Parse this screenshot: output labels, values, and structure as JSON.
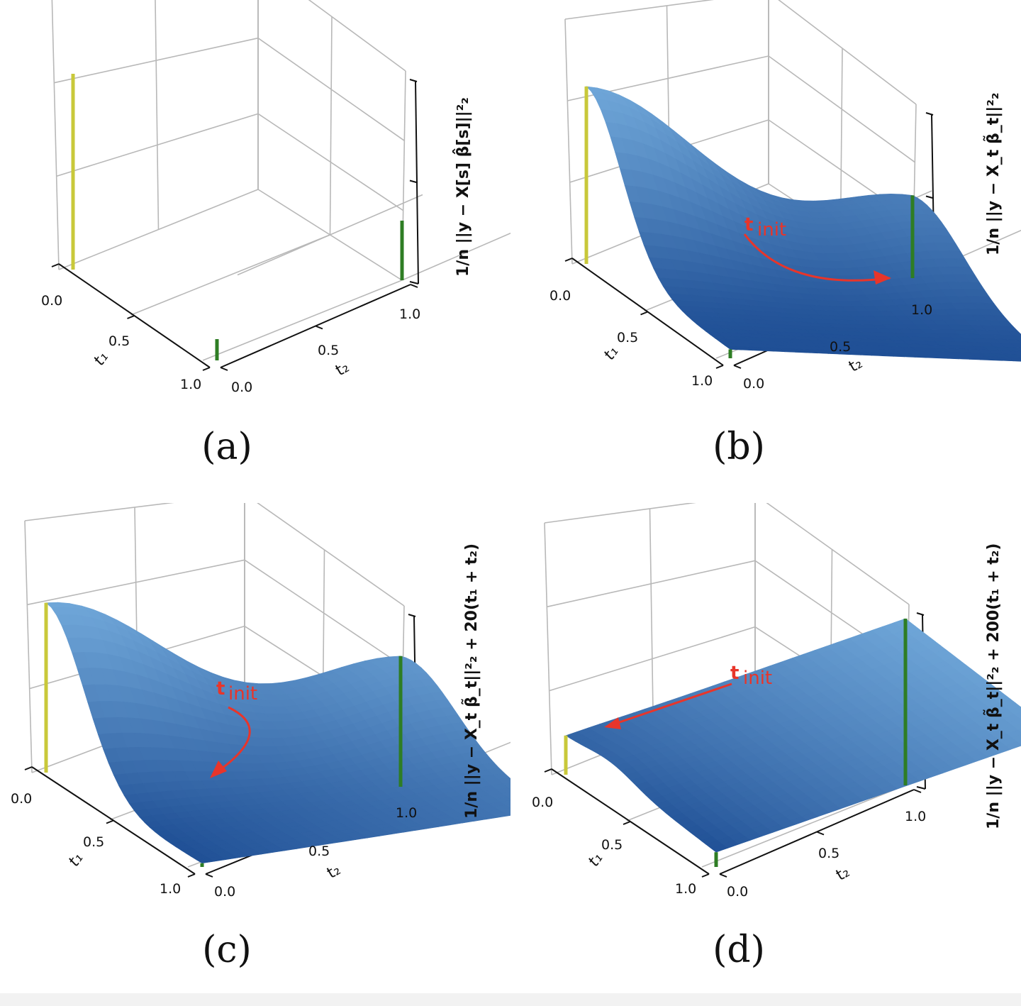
{
  "chart_data": [
    {
      "panel": "a",
      "type": "3d-surface",
      "caption": "(a)",
      "xlabel": "t₁",
      "ylabel": "t₂",
      "zlabel": "1/n ||y − X[s] β̂[s]||²₂",
      "x_ticks": [
        "0.0",
        "0.5",
        "1.0"
      ],
      "y_ticks": [
        "0.0",
        "0.5",
        "1.0"
      ],
      "surface": false,
      "annotation": "",
      "bars": [
        {
          "t1": 0,
          "t2": 0,
          "color": "#c8c83a"
        },
        {
          "t1": 0,
          "t2": 1,
          "color": "#2e7d24"
        },
        {
          "t1": 1,
          "t2": 0,
          "color": "#2e7d24"
        },
        {
          "t1": 1,
          "t2": 1,
          "color": "#4fbfbf"
        }
      ]
    },
    {
      "panel": "b",
      "type": "3d-surface",
      "caption": "(b)",
      "xlabel": "t₁",
      "ylabel": "t₂",
      "zlabel": "1/n ||y − X_t β̃_t||²₂",
      "x_ticks": [
        "0.0",
        "0.5",
        "1.0"
      ],
      "y_ticks": [
        "0.0",
        "0.5",
        "1.0"
      ],
      "surface": true,
      "annotation": "t_init",
      "annotation_label": "init",
      "bars": [
        {
          "t1": 0,
          "t2": 0,
          "color": "#c8c83a"
        },
        {
          "t1": 0,
          "t2": 1,
          "color": "#2e7d24"
        },
        {
          "t1": 1,
          "t2": 0,
          "color": "#2e7d24"
        },
        {
          "t1": 1,
          "t2": 1,
          "color": "#4fbfbf"
        }
      ]
    },
    {
      "panel": "c",
      "type": "3d-surface",
      "caption": "(c)",
      "xlabel": "t₁",
      "ylabel": "t₂",
      "zlabel": "1/n ||y − X_t β̃_t||²₂ + 20(t₁ + t₂)",
      "x_ticks": [
        "0.0",
        "0.5",
        "1.0"
      ],
      "y_ticks": [
        "0.0",
        "0.5",
        "1.0"
      ],
      "surface": true,
      "annotation": "t_init",
      "annotation_label": "init",
      "bars": [
        {
          "t1": 0,
          "t2": 0,
          "color": "#c8c83a"
        },
        {
          "t1": 0,
          "t2": 1,
          "color": "#2e7d24"
        },
        {
          "t1": 1,
          "t2": 0,
          "color": "#2e7d24"
        },
        {
          "t1": 1,
          "t2": 1,
          "color": "#4fbfbf"
        }
      ]
    },
    {
      "panel": "d",
      "type": "3d-surface",
      "caption": "(d)",
      "xlabel": "t₁",
      "ylabel": "t₂",
      "zlabel": "1/n ||y − X_t β̃_t||²₂ + 200(t₁ + t₂)",
      "x_ticks": [
        "0.0",
        "0.5",
        "1.0"
      ],
      "y_ticks": [
        "0.0",
        "0.5",
        "1.0"
      ],
      "surface": true,
      "annotation": "t_init",
      "annotation_label": "init",
      "bars": [
        {
          "t1": 0,
          "t2": 0,
          "color": "#c8c83a"
        },
        {
          "t1": 0,
          "t2": 1,
          "color": "#2e7d24"
        },
        {
          "t1": 1,
          "t2": 0,
          "color": "#2e7d24"
        },
        {
          "t1": 1,
          "t2": 1,
          "color": "#4fbfbf"
        }
      ]
    }
  ]
}
